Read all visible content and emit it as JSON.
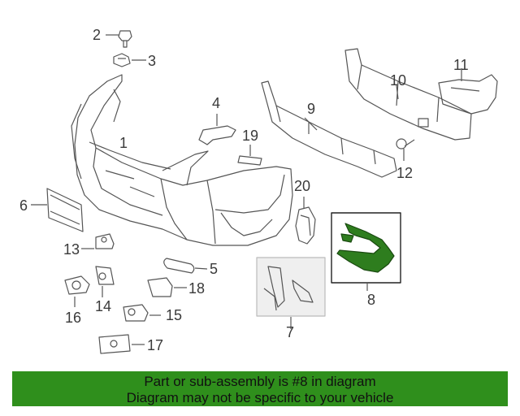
{
  "diagram": {
    "callouts": [
      "1",
      "2",
      "3",
      "4",
      "5",
      "6",
      "7",
      "8",
      "9",
      "10",
      "11",
      "12",
      "13",
      "14",
      "15",
      "16",
      "17",
      "18",
      "19",
      "20"
    ],
    "highlight_color": "#2e7d1e",
    "line_color": "#555555",
    "highlighted_callout": "8"
  },
  "banner": {
    "line1": "Part or sub-assembly is #8 in diagram",
    "line2": "Diagram may not be specific to your vehicle",
    "background": "#2f8f1c"
  }
}
